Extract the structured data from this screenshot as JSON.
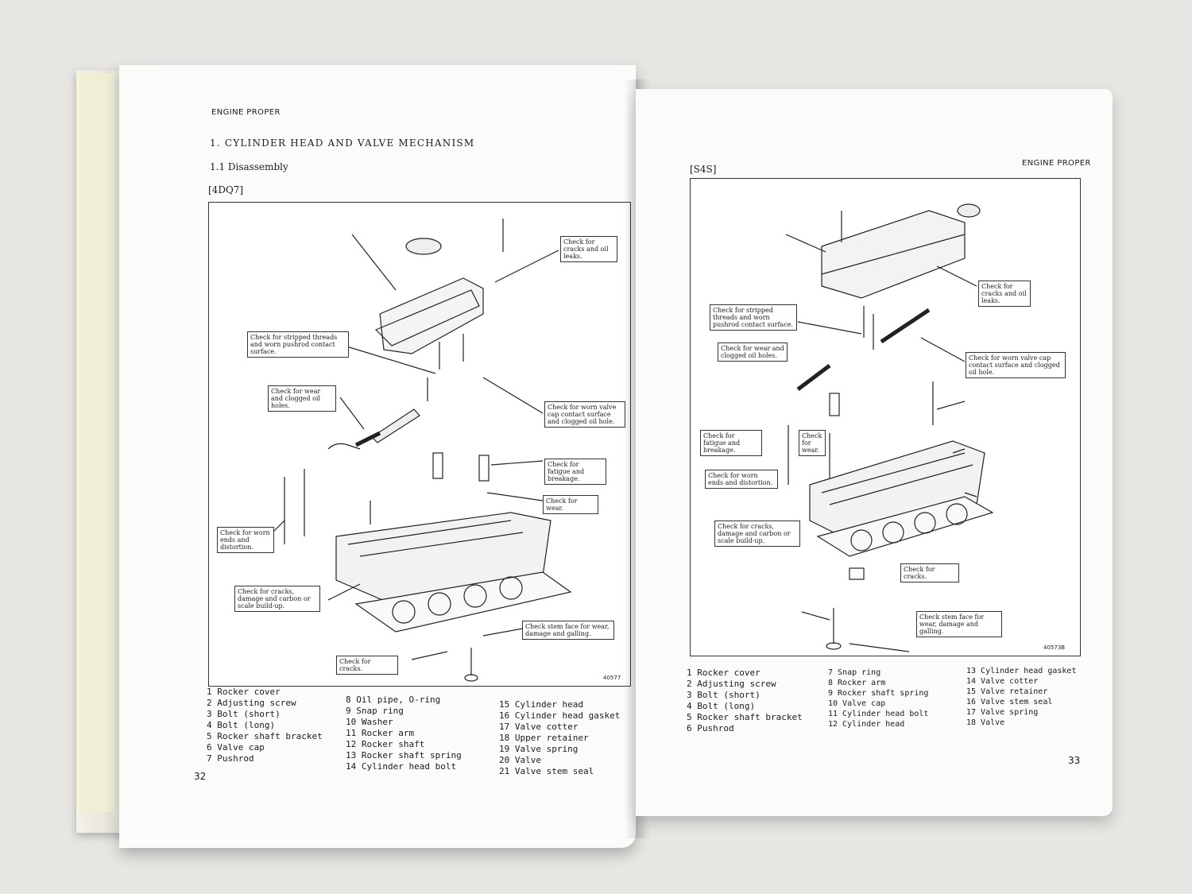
{
  "left": {
    "header": "ENGINE PROPER",
    "section": "1. CYLINDER HEAD AND VALVE MECHANISM",
    "subsection": "1.1 Disassembly",
    "model_tag": "[4DQ7]",
    "figure_ref": "40577",
    "page_number": "32",
    "callouts": [
      "Check for cracks and oil leaks.",
      "Check for stripped threads and worn pushrod contact surface.",
      "Check for wear and clogged oil holes.",
      "Check for worn valve cap contact surface and clogged oil hole.",
      "Check for fatigue and breakage.",
      "Check for wear.",
      "Check for worn ends and distortion.",
      "Check for cracks, damage and carbon or scale build-up.",
      "Check stem face for wear, damage and galling.",
      "Check for cracks."
    ],
    "parts_col1": [
      "1 Rocker cover",
      "2 Adjusting screw",
      "3 Bolt (short)",
      "4 Bolt (long)",
      "5 Rocker shaft bracket",
      "6 Valve cap",
      "7 Pushrod"
    ],
    "parts_col2": [
      "8 Oil pipe, O-ring",
      "9 Snap ring",
      "10 Washer",
      "11 Rocker arm",
      "12 Rocker shaft",
      "13 Rocker shaft spring",
      "14 Cylinder head bolt"
    ],
    "parts_col3": [
      "15 Cylinder head",
      "16 Cylinder head gasket",
      "17 Valve cotter",
      "18 Upper retainer",
      "19 Valve spring",
      "20 Valve",
      "21 Valve stem seal"
    ]
  },
  "right": {
    "header": "ENGINE PROPER",
    "model_tag": "[S4S]",
    "figure_ref": "40573B",
    "page_number": "33",
    "callouts": [
      "Check for cracks and oil leaks.",
      "Check for stripped threads and worn pushrod contact surface.",
      "Check for wear and clogged oil holes.",
      "Check for worn valve cap contact surface and clogged oil hole.",
      "Check for fatigue and breakage.",
      "Check for wear.",
      "Check for worn ends and distortion.",
      "Check for cracks, damage and carbon or scale build-up.",
      "Check for cracks.",
      "Check stem face for wear, damage and galling."
    ],
    "parts_col1": [
      "1 Rocker cover",
      "2 Adjusting screw",
      "3 Bolt (short)",
      "4 Bolt (long)",
      "5 Rocker shaft bracket",
      "6 Pushrod"
    ],
    "parts_col2": [
      "7 Snap ring",
      "8 Rocker arm",
      "9 Rocker shaft spring",
      "10 Valve cap",
      "11 Cylinder head bolt",
      "12 Cylinder head"
    ],
    "parts_col3": [
      "13 Cylinder head gasket",
      "14 Valve cotter",
      "15 Valve retainer",
      "16 Valve stem seal",
      "17 Valve spring",
      "18 Valve"
    ]
  }
}
